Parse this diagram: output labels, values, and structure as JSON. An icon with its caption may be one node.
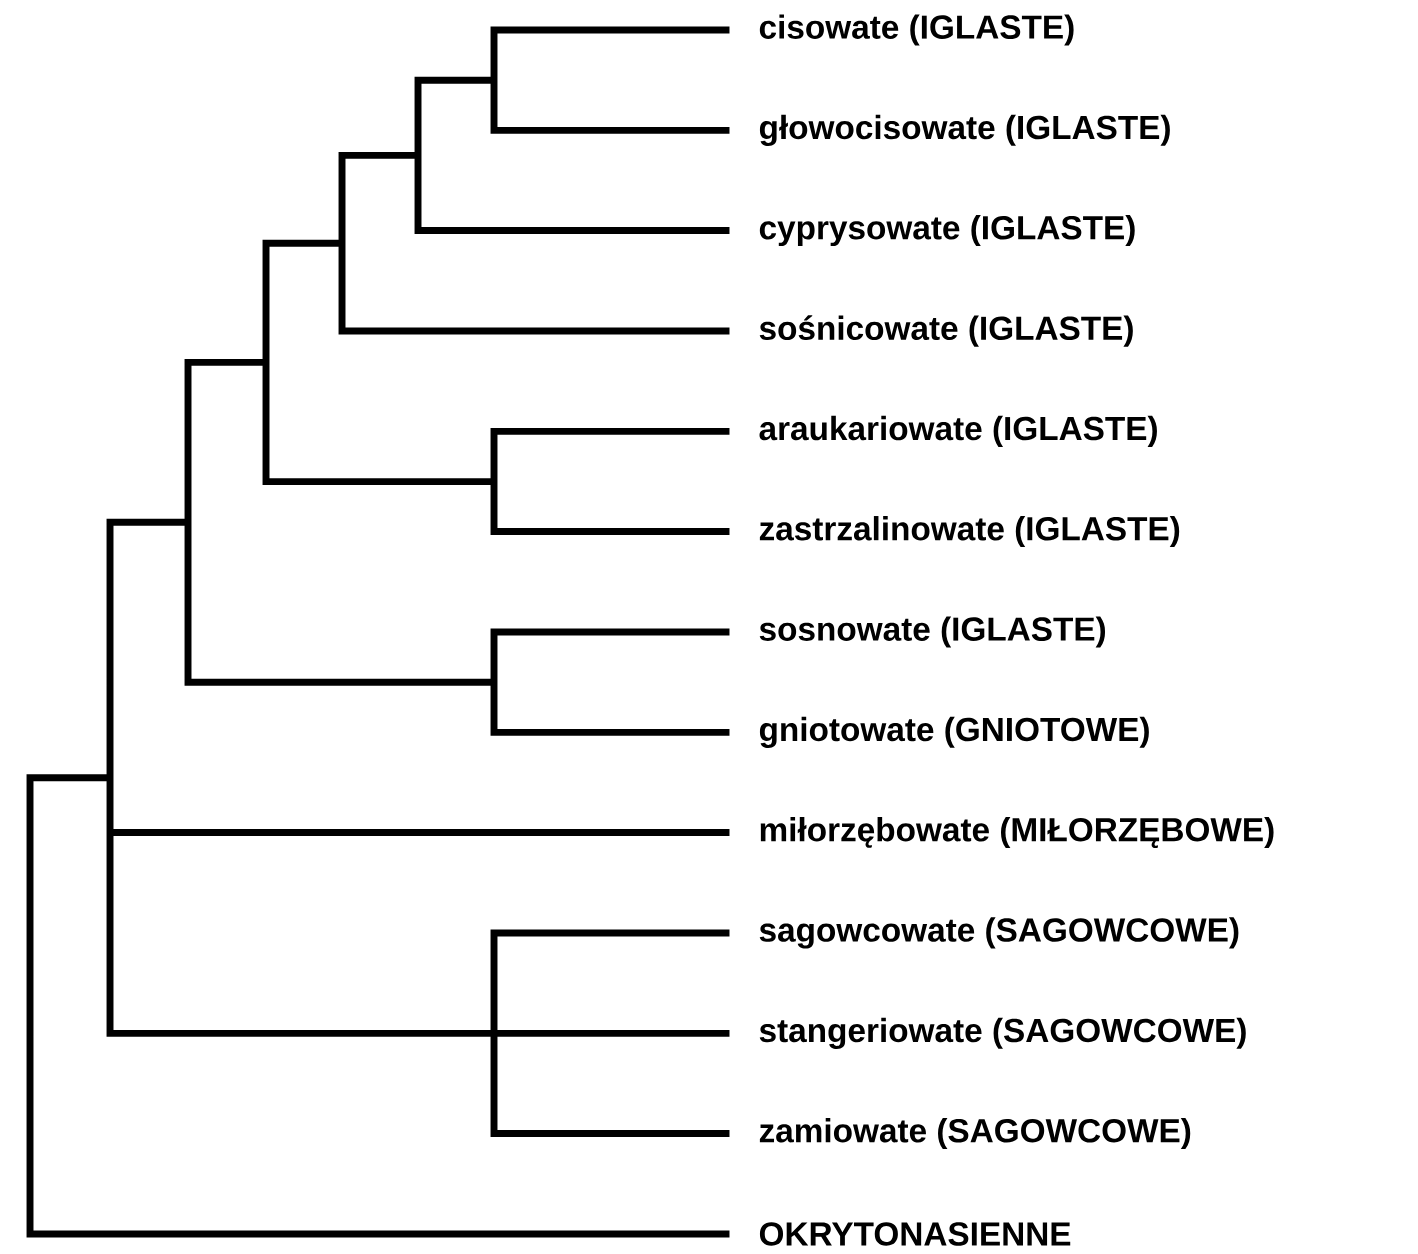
{
  "diagram": {
    "labels": [
      "cisowate (IGLASTE)",
      "głowocisowate (IGLASTE)",
      "cyprysowate (IGLASTE)",
      "sośnicowate (IGLASTE)",
      "araukariowate (IGLASTE)",
      "zastrzalinowate (IGLASTE)",
      "sosnowate (IGLASTE)",
      "gniotowate (GNIOTOWE)",
      "miłorzębowate (MIŁORZĘBOWE)",
      "sagowcowate (SAGOWCOWE)",
      "stangeriowate (SAGOWCOWE)",
      "zamiowate (SAGOWCOWE)",
      "OKRYTONASIENNE"
    ]
  }
}
